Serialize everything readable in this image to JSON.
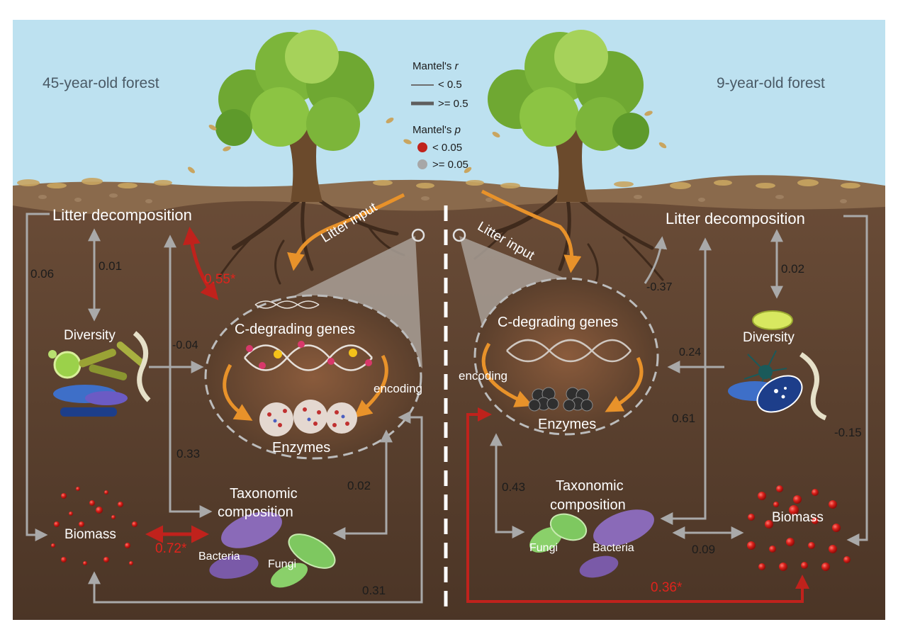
{
  "forests": {
    "left_title": "45-year-old forest",
    "right_title": "9-year-old forest"
  },
  "legend": {
    "r_title_prefix": "Mantel's ",
    "r_title_var": "r",
    "r_thin": "< 0.5",
    "r_thick": ">= 0.5",
    "p_title_prefix": "Mantel's ",
    "p_title_var": "p",
    "p_sig": "< 0.05",
    "p_ns": ">= 0.05",
    "sig_color": "#c0221c",
    "ns_color": "#a7a7a7"
  },
  "left_panel": {
    "litter_decomposition": "Litter decomposition",
    "litter_input": "Litter input",
    "diversity": "Diversity",
    "c_degrading_genes": "C-degrading genes",
    "encoding": "encoding",
    "enzymes": "Enzymes",
    "taxonomic_composition_line1": "Taxonomic",
    "taxonomic_composition_line2": "composition",
    "biomass": "Biomass",
    "bacteria": "Bacteria",
    "fungi": "Fungi",
    "values": {
      "litter_diversity": "0.01",
      "litter_biomass": "0.06",
      "litter_genes": "0.55*",
      "diversity_genes": "-0.04",
      "taxonomic_litter": "0.33",
      "taxonomic_genes": "0.02",
      "biomass_taxonomic": "0.72*",
      "biomass_genes": "0.31"
    }
  },
  "right_panel": {
    "litter_decomposition": "Litter decomposition",
    "litter_input": "Litter input",
    "diversity": "Diversity",
    "c_degrading_genes": "C-degrading genes",
    "encoding": "encoding",
    "enzymes": "Enzymes",
    "taxonomic_composition_line1": "Taxonomic",
    "taxonomic_composition_line2": "composition",
    "biomass": "Biomass",
    "bacteria": "Bacteria",
    "fungi": "Fungi",
    "values": {
      "litter_diversity": "0.02",
      "litter_genes": "-0.37",
      "diversity_genes": "0.24",
      "taxonomic_litter": "0.61",
      "biomass_litter": "-0.15",
      "taxonomic_genes": "0.43",
      "taxonomic_biomass": "0.09",
      "biomass_genes": "0.36*"
    }
  },
  "colors": {
    "sky": "#bde1f0",
    "soil": "#5e4331",
    "soil_dark": "#4b3526",
    "grey_arrow": "#a9a9a9",
    "red_arrow": "#c0221c",
    "orange_arrow": "#e8922a",
    "canopy": "#7cb53a",
    "trunk": "#6b4a2c"
  }
}
